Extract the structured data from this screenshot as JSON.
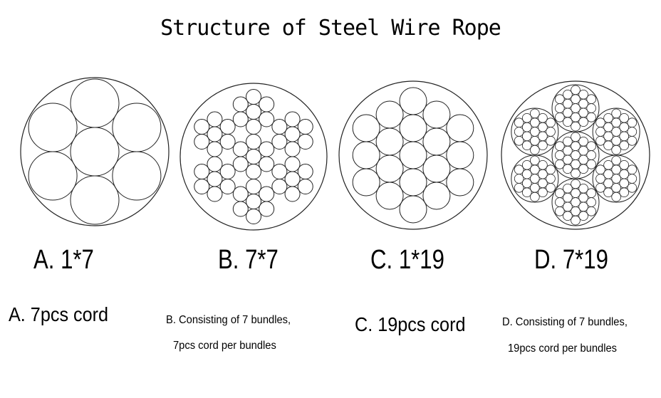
{
  "title": "Structure of Steel Wire Rope",
  "panels": [
    {
      "code": "A. 1*7",
      "description_line1": "A. 7pcs cord",
      "description_line2": ""
    },
    {
      "code": "B. 7*7",
      "description_line1": "B. Consisting of 7 bundles,",
      "description_line2": "7pcs cord per bundles"
    },
    {
      "code": "C. 1*19",
      "description_line1": "C. 19pcs cord",
      "description_line2": ""
    },
    {
      "code": "D. 7*19",
      "description_line1": "D. Consisting of 7 bundles,",
      "description_line2": "19pcs cord per bundles"
    }
  ]
}
